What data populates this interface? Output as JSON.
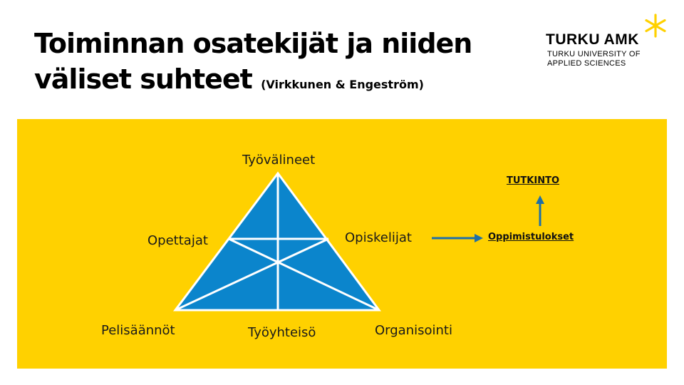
{
  "title": {
    "line1": "Toiminnan osatekijät ja niiden",
    "line2": "väliset suhteet",
    "source": "(Virkkunen & Engeström)"
  },
  "logo": {
    "name": "TURKU AMK",
    "line1": "TURKU UNIVERSITY OF",
    "line2": "APPLIED SCIENCES",
    "icon": "asterisk-icon",
    "color": "#FFD100"
  },
  "diagram": {
    "colors": {
      "background": "#FFD100",
      "triangle": "#0B85CC",
      "arrow": "#1E6FA8"
    },
    "nodes": {
      "tools": "Työvälineet",
      "subject": "Opettajat",
      "object": "Opiskelijat",
      "rules": "Pelisäännöt",
      "community": "Työyhteisö",
      "division": "Organisointi"
    },
    "outcome": "Oppimistulokset",
    "degree": "TUTKINTO"
  }
}
